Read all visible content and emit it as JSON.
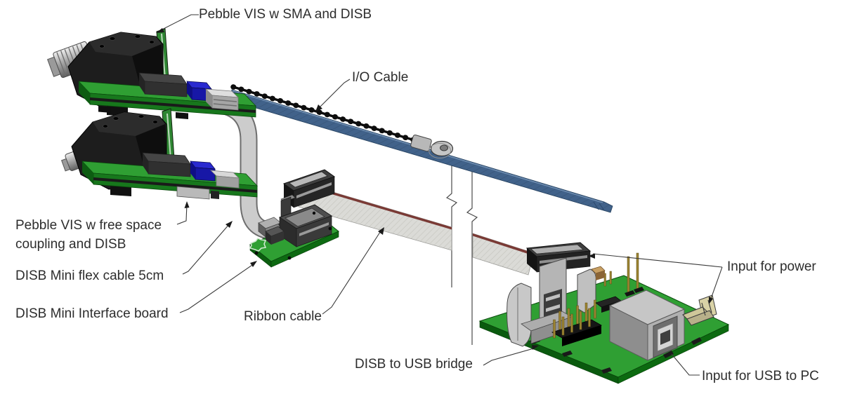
{
  "diagram": {
    "type": "technical-illustration",
    "labels": {
      "pebble_sma": "Pebble VIS w SMA and DISB",
      "io_cable": "I/O Cable",
      "pebble_free_space": "Pebble VIS w free space\ncoupling and DISB",
      "flex_cable": "DISB Mini flex cable 5cm",
      "interface_board": "DISB Mini Interface board",
      "ribbon_cable": "Ribbon cable",
      "input_power": "Input for power",
      "usb_bridge": "DISB to USB bridge",
      "input_usb": "Input for USB to PC"
    },
    "colors": {
      "pcb_green": "#2f9f33",
      "pcb_green_dark": "#0d6a12",
      "cable_blue": "#41628a",
      "ribbon_gray": "#dbdbd7",
      "ribbon_stripe_red": "#7a3a35",
      "flex_gray": "#cccccc",
      "housing_black": "#1c1c1c",
      "metal_gray": "#b9b9b9",
      "component_blue": "#2222bb",
      "power_connector_beige": "#d9d2a6",
      "leader_line": "#3a3a3a",
      "label_text": "#2d2d2d"
    }
  }
}
